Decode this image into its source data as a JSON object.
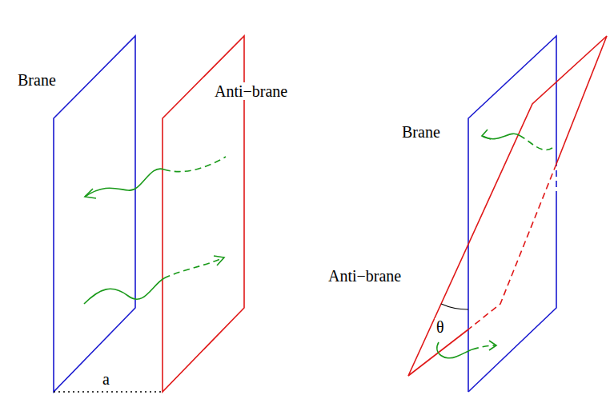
{
  "diagram": {
    "labels": [
      "Brane",
      "Anti−brane",
      "a",
      "Brane",
      "Anti−brane",
      "θ"
    ]
  }
}
